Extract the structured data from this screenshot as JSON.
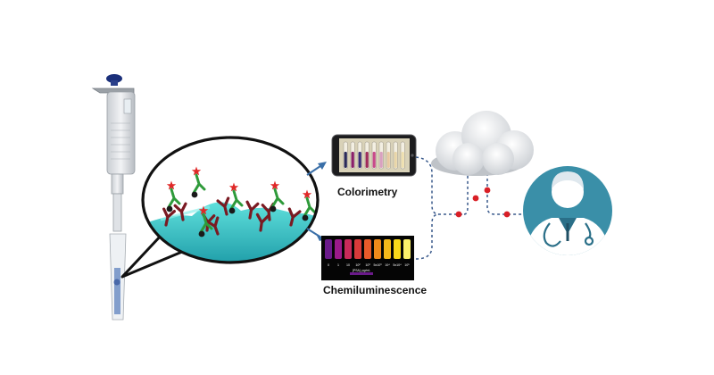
{
  "labels": {
    "colorimetry": "Colorimetry",
    "chemiluminescence": "Chemiluminescence"
  },
  "chemi_panel": {
    "tick_labels": [
      "0",
      "1",
      "10",
      "10²",
      "10³",
      "5x10³",
      "10⁴",
      "5x10⁴",
      "10⁵"
    ],
    "unit_label": "[PSA], pg/mL"
  },
  "icons": [
    "micropipette-icon",
    "magnifier-bubble-icon",
    "antibody-icon",
    "star-label-icon",
    "tablet-icon",
    "cloud-icon",
    "doctor-avatar-icon",
    "stethoscope-icon",
    "network-node-icon"
  ],
  "colors": {
    "accent_line": "#3a5a8c",
    "node": "#d91f26",
    "bead_surface": "#33c4c4",
    "doctor_bg": "#3a8fa8",
    "pipette_plunger": "#1a2f7a",
    "star": "#e02828",
    "antibody_green": "#2e9a3a",
    "antibody_red": "#7a1a22"
  }
}
